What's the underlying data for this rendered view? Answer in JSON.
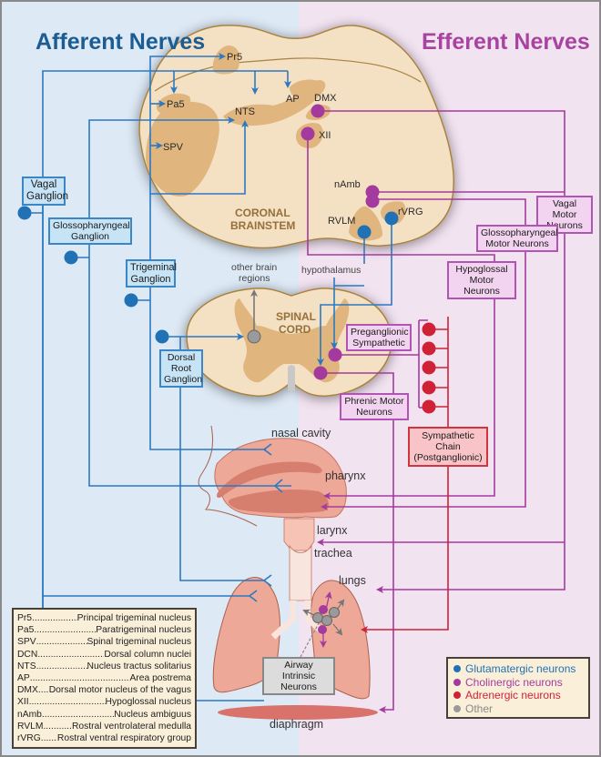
{
  "titles": {
    "afferent": "Afferent Nerves",
    "efferent": "Efferent Nerves"
  },
  "colors": {
    "afferent_bg": "#dde9f5",
    "efferent_bg": "#f2e3f1",
    "afferent_title": "#1b5c93",
    "efferent_title": "#a8449f",
    "glutamatergic": "#2171b5",
    "cholinergic": "#a43a9e",
    "adrenergic": "#cf2237",
    "other": "#9a9a9a",
    "brain_light": "#f4e0c2",
    "brain_dark": "#e0b57e",
    "tissue": "#eea898"
  },
  "brainstem": {
    "label_line1": "CORONAL",
    "label_line2": "BRAINSTEM",
    "nuclei": {
      "pr5": "Pr5",
      "pa5": "Pa5",
      "spv": "SPV",
      "nts": "NTS",
      "ap": "AP",
      "dmx": "DMX",
      "xii": "XII",
      "namb": "nAmb",
      "rvlm": "RVLM",
      "rvrg": "rVRG"
    }
  },
  "spinal_cord": {
    "label_line1": "SPINAL",
    "label_line2": "CORD"
  },
  "ganglia": {
    "vagal": [
      "Vagal",
      "Ganglion"
    ],
    "glossopharyngeal": [
      "Glossopharyngeal",
      "Ganglion"
    ],
    "trigeminal": [
      "Trigeminal",
      "Ganglion"
    ],
    "dorsal_root": [
      "Dorsal",
      "Root",
      "Ganglion"
    ]
  },
  "motor": {
    "vagal": [
      "Vagal Motor",
      "Neurons"
    ],
    "glossopharyngeal": [
      "Glossopharyngeal",
      "Motor Neurons"
    ],
    "hypoglossal": [
      "Hypoglossal",
      "Motor Neurons"
    ],
    "preganglionic": [
      "Preganglionic",
      "Sympathetic"
    ],
    "phrenic": [
      "Phrenic Motor",
      "Neurons"
    ],
    "sympathetic_chain": [
      "Sympathetic",
      "Chain",
      "(Postganglionic)"
    ],
    "airway_intrinsic": [
      "Airway Intrinsic",
      "Neurons"
    ]
  },
  "regions": {
    "other_brain_line1": "other brain",
    "other_brain_line2": "regions",
    "hypothalamus": "hypothalamus",
    "nasal_cavity": "nasal cavity",
    "pharynx": "pharynx",
    "larynx": "larynx",
    "trachea": "trachea",
    "lungs": "lungs",
    "diaphragm": "diaphragm"
  },
  "abbreviations": [
    {
      "key": "Pr5",
      "value": "Principal trigeminal nucleus"
    },
    {
      "key": "Pa5",
      "value": "Paratrigeminal nucleus"
    },
    {
      "key": "SPV",
      "value": "Spinal trigeminal nucleus"
    },
    {
      "key": "DCN",
      "value": "Dorsal column nuclei"
    },
    {
      "key": "NTS",
      "value": "Nucleus tractus solitarius"
    },
    {
      "key": "AP",
      "value": "Area postrema"
    },
    {
      "key": "DMX",
      "value": "Dorsal motor nucleus of the vagus"
    },
    {
      "key": "XII",
      "value": "Hypoglossal nucleus"
    },
    {
      "key": "nAmb",
      "value": "Nucleus ambiguus"
    },
    {
      "key": "RVLM",
      "value": "Rostral ventrolateral medulla"
    },
    {
      "key": "rVRG",
      "value": "Rostral ventral respiratory group"
    }
  ],
  "legend": [
    {
      "label": "Glutamatergic neurons",
      "color": "#2171b5"
    },
    {
      "label": "Cholinergic neurons",
      "color": "#a43a9e"
    },
    {
      "label": "Adrenergic neurons",
      "color": "#cf2237"
    },
    {
      "label": "Other",
      "color": "#9a9a9a"
    }
  ]
}
